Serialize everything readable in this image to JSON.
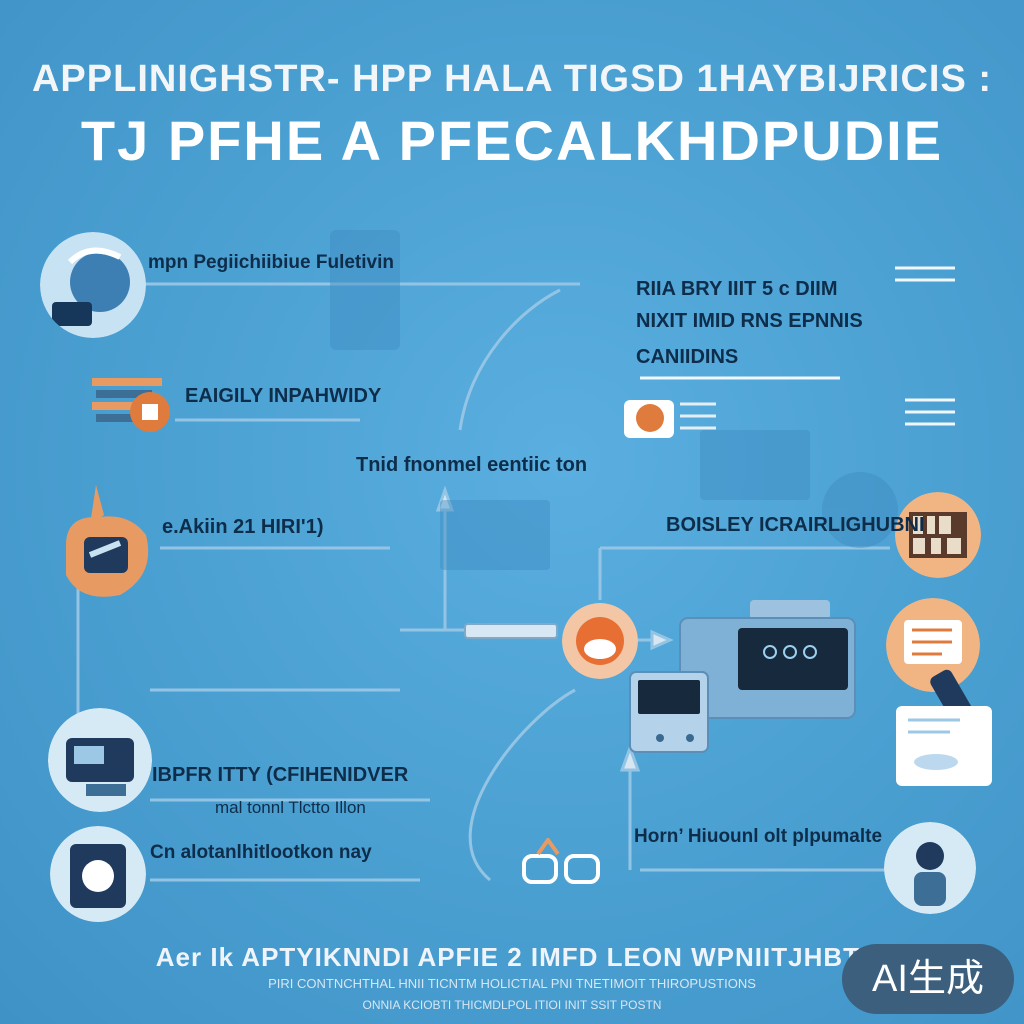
{
  "title": {
    "line1": "APPLINIGHSTR- HPP HALA TIGSD 1HAYBIJRICIS :",
    "line2": "TJ PFHE A PFECALKHDPUDIE"
  },
  "labels": {
    "top_left": "mpn Pegiichiibiue Fuletivin",
    "eagle": "EAIGILY INPAHWIDY",
    "center": "Tnid  fnonmel  eentiic  ton",
    "akin": "e.Akiin 21 HIRI'1)",
    "bpfr": "IBPFR ITTY  (CFIHENIDVER",
    "mal": "mal  tonnl Tlctto Illon",
    "cn": "Cn alotanlhitlootkon nay",
    "right_block": [
      "RIIA BRY IIIT 5 c DIIM",
      "NIXIT IMID RNS EPNNIS",
      "CANIIDINS"
    ],
    "boisley": "BOISLEY ICRAIRLIGHUBNI",
    "horn": "Horn’ Hiuounl olt plpumalte"
  },
  "footer": {
    "line1": "Aer  Ik APTYIKNNDI  APFIE 2  IMFD LEON  WPNIITJHBTI",
    "line2": "PIRI CONTNCHTHAL HNII TICNTM HOLICTIAL PNI TNETIMOIT THIROPUSTIONS",
    "line3": "ONNIA KCIOBTI THICMDLPOL ITIOI INIT SSIT POSTN"
  },
  "badge": {
    "label": "AI生成"
  },
  "colors": {
    "background": "#4a9fd1",
    "accent": "#e89a63",
    "dark": "#0e2d4a",
    "light": "#f3f6f9"
  },
  "icons": [
    "globe-icon",
    "books-icon",
    "hand-puzzle-icon",
    "machine-icon",
    "reader-icon",
    "brain-icon",
    "monitor-icon",
    "bookshelf-icon",
    "document-icon",
    "robot-icon",
    "person-icon"
  ]
}
